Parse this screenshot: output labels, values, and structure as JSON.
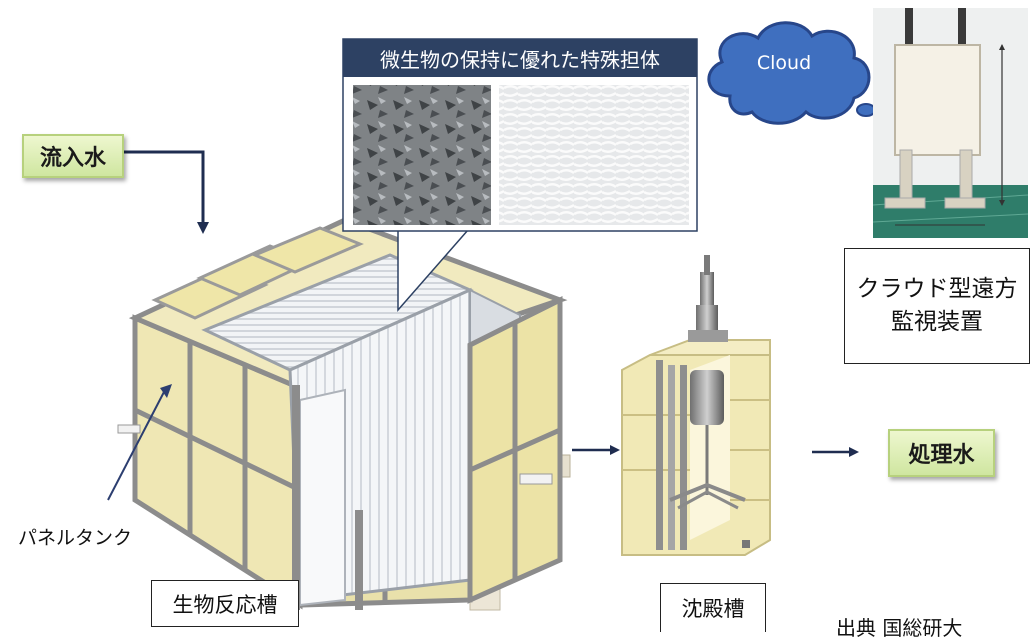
{
  "labels": {
    "inflow": "流入水",
    "treated": "処理水",
    "panel_tank": "パネルタンク",
    "bio_tank": "生物反応槽",
    "settling_tank": "沈殿槽",
    "carrier_title": "微生物の保持に優れた特殊担体",
    "cloud": "Cloud",
    "monitor_line1": "クラウド型遠方",
    "monitor_line2": "監視装置",
    "source": "出典 国総研大"
  },
  "colors": {
    "panel_yellow": "#efe7b4",
    "frame_gray": "#8c8c8c",
    "callout_navy": "#2d4163",
    "cloud_blue": "#3f6fbf",
    "arrow_navy": "#1f2d50",
    "label_green": "#cfe6a0"
  },
  "icons": [
    "cloud-icon",
    "monitoring-device-photo",
    "carrier-photo",
    "tank-illustration"
  ]
}
